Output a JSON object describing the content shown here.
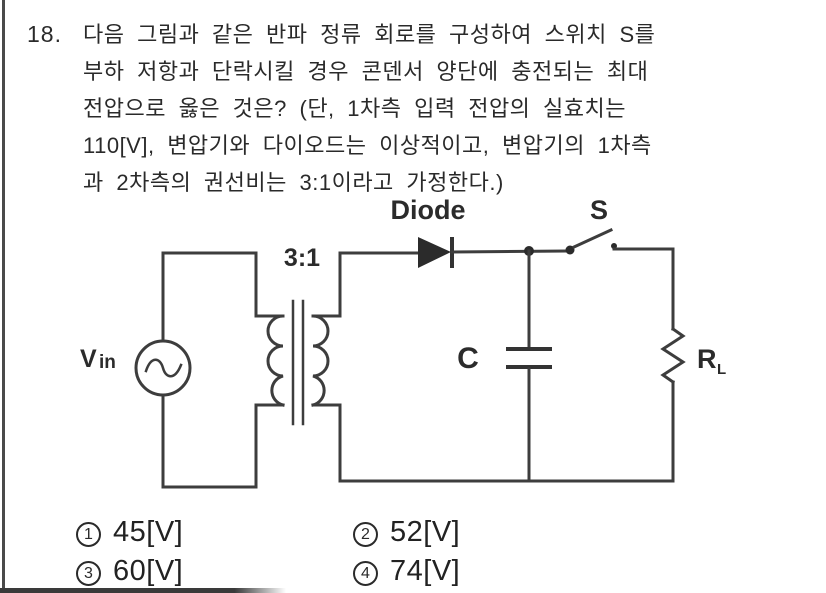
{
  "question": {
    "number": "18.",
    "lines": [
      "다음 그림과 같은 반파 정류 회로를 구성하여 스위치 S를",
      "부하 저항과 단락시킬 경우 콘덴서 양단에 충전되는 최대",
      "전압으로 옳은 것은? (단, 1차측 입력 전압의 실효치는",
      "110[V], 변압기와 다이오드는 이상적이고, 변압기의 1차측",
      "과 2차측의 권선비는 3:1이라고 가정한다.)"
    ]
  },
  "circuit": {
    "source_label": "V",
    "source_label_sub": "in",
    "ratio_label": "3:1",
    "diode_label": "Diode",
    "switch_label": "S",
    "cap_label": "C",
    "resistor_label": "R",
    "resistor_label_sub": "L"
  },
  "options": [
    {
      "num": "1",
      "value": "45[V]"
    },
    {
      "num": "2",
      "value": "52[V]"
    },
    {
      "num": "3",
      "value": "60[V]"
    },
    {
      "num": "4",
      "value": "74[V]"
    }
  ],
  "colors": {
    "ink": "#2a2a2a",
    "wire": "#3d3d3d",
    "page_background": "#ffffff",
    "border_line": "#4a4a4a"
  }
}
